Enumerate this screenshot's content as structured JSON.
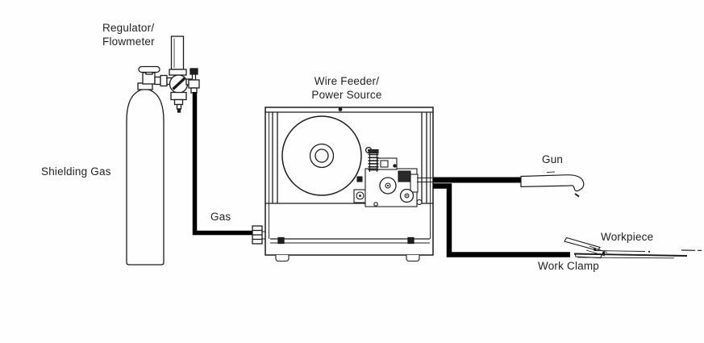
{
  "labels": {
    "regulator_line1": "Regulator/",
    "regulator_line2": "Flowmeter",
    "shielding_gas": "Shielding Gas",
    "gas": "Gas",
    "feeder_line1": "Wire Feeder/",
    "feeder_line2": "Power Source",
    "gun": "Gun",
    "workpiece": "Workpiece",
    "work_clamp": "Work Clamp"
  },
  "colors": {
    "line": "#1c1c1c",
    "cable": "#000000",
    "background": "#fefefe",
    "text": "#232323"
  }
}
